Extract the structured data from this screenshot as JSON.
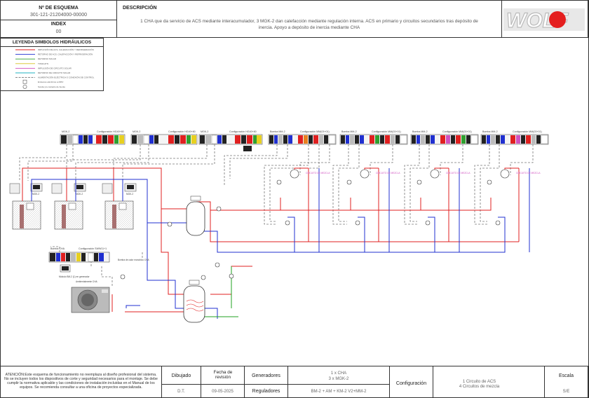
{
  "header": {
    "scheme_no_label": "Nº DE ESQUEMA",
    "scheme_no": "301-121-21204000-00000",
    "index_label": "INDEX",
    "index_value": "00",
    "description_label": "DESCRIPCIÓN",
    "description_line1": "1 CHA que da servicio de ACS mediante interacumulador, 3 MGK-2 dan  calefacción mediante regulación interna. ACS en primario y circuitos secundarios tras depósito de",
    "description_line2": "inercia. Apoyo a depósito de inercia mediante  CHA",
    "logo_text": "WOLF"
  },
  "legend": {
    "title": "LEYENDA SIMBOLOS HIDRÁULICOS",
    "items": [
      {
        "label": "IMPULSIÓN DE ACS, CALEFACCIÓN Y REFRIGERACIÓN",
        "color": "#e02020",
        "style": "solid"
      },
      {
        "label": "RETORNO DE ACS, CALEFACCIÓN Y REFRIGERACIÓN",
        "color": "#2030d0",
        "style": "solid"
      },
      {
        "label": "RETORNO SOLAR",
        "color": "#30a030",
        "style": "solid"
      },
      {
        "label": "TOMA ATN",
        "color": "#d8c020",
        "style": "solid"
      },
      {
        "label": "IMPULSIÓN DE CIRCUITO SOLAR",
        "color": "#d050c0",
        "style": "solid"
      },
      {
        "label": "RETORNO DE CIRCUITO SOLAR",
        "color": "#20b0c0",
        "style": "solid"
      },
      {
        "label": "ALIMENTACIÓN ELÉCTRICA O CONEXIÓN DE CONTROL",
        "color": "#777777",
        "style": "dashed"
      },
      {
        "label": "Emisores eléctricos a 230V",
        "color": "#555555",
        "style": "symbol-a"
      },
      {
        "label": "Sonda y/o contacto de fuente",
        "color": "#555555",
        "style": "symbol-b"
      }
    ]
  },
  "diagram": {
    "mgk_labels": [
      "MGK-2",
      "MGK-2",
      "MGK-2"
    ],
    "mgk_config_labels": [
      "Configuración HG40+80",
      "Configuración HG40+80",
      "Configuración HG40+80"
    ],
    "mixer_module_labels": [
      "Bomba MM-2",
      "Bomba MM-2",
      "Bomba MM-2",
      "Bomba MM-2"
    ],
    "mixer_config_labels": [
      "Configuración MM(03+01)",
      "Configuración MM(03+01)",
      "Configuración MM(03+01)",
      "Configuración MM(03+01)"
    ],
    "circuit_labels": [
      "CIRCUITO DE MEZCLA",
      "CIRCUITO DE MEZCLA",
      "CIRCUITO DE MEZCLA",
      "CIRCUITO DE MEZCLA"
    ],
    "boiler_small_labels": [
      "MGK-2",
      "MGK-2",
      "MGK-2"
    ],
    "cha_label": "Bomba CHA",
    "cha_config_label": "Configuración SWW11+1",
    "cha_remote_label": "Módulo BM-2 (1) en generador",
    "cha_unit_label": "Ambientalmente CHA",
    "cha_pump_label": "Bomba de calor monobloc CHA",
    "colors": {
      "flow": "#e02020",
      "return": "#2030d0",
      "green": "#22a022",
      "control": "#777777"
    }
  },
  "footer": {
    "warning": "ATENCIÓN:Este esquema de funcionamiento no reemplaza al diseño profesional del sistema. No se incluyen todos los dispositivos de corte y seguridad necesarios para el montaje. Se debe cumplir la normativa aplicable y las condiciones de instalación incluidas en el Manual de los equipos. Se recomienda consultar a una oficina de proyectos especializada.",
    "drawn_label": "Dibujado",
    "drawn_value": "D.T.",
    "revision_label": "Fecha de revisión",
    "revision_value": "09-05-2025",
    "generators_label": "Generadores",
    "generators_value_1": "1 x CHA",
    "generators_value_2": "3 x MGK-2",
    "regulators_label": "Reguladores",
    "regulators_value": "BM-2 + AM + KM-2 V2+MM-2",
    "config_label": "Configuración",
    "config_value_1": "1 Circuito de ACS",
    "config_value_2": "4 Circuitos de mezcla",
    "scale_label": "Escala",
    "scale_value": "S/E"
  }
}
